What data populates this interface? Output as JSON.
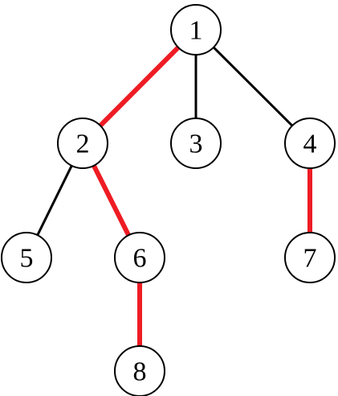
{
  "colors": {
    "normal_edge": "#000000",
    "highlight_edge": "#ee1c24",
    "node_fill": "#ffffff",
    "node_stroke": "#000000"
  },
  "nodes": [
    {
      "id": "1",
      "label": "1"
    },
    {
      "id": "2",
      "label": "2"
    },
    {
      "id": "3",
      "label": "3"
    },
    {
      "id": "4",
      "label": "4"
    },
    {
      "id": "5",
      "label": "5"
    },
    {
      "id": "6",
      "label": "6"
    },
    {
      "id": "7",
      "label": "7"
    },
    {
      "id": "8",
      "label": "8"
    }
  ],
  "edges": [
    {
      "from": "1",
      "to": "2",
      "highlighted": true
    },
    {
      "from": "1",
      "to": "3",
      "highlighted": false
    },
    {
      "from": "1",
      "to": "4",
      "highlighted": false
    },
    {
      "from": "2",
      "to": "5",
      "highlighted": false
    },
    {
      "from": "2",
      "to": "6",
      "highlighted": true
    },
    {
      "from": "4",
      "to": "7",
      "highlighted": true
    },
    {
      "from": "6",
      "to": "8",
      "highlighted": true
    }
  ]
}
